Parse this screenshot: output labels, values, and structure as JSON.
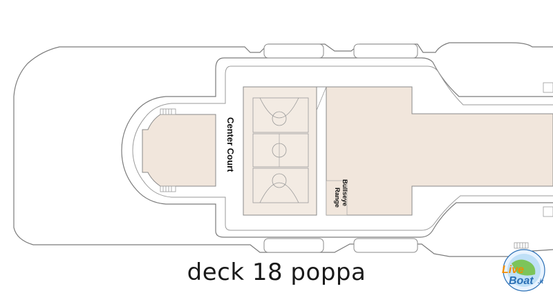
{
  "caption": "deck 18 poppa",
  "labels": {
    "center_court": "Center Court",
    "bullseye_range_line1": "Bullseye",
    "bullseye_range_line2": "Range"
  },
  "logo": {
    "word1": "Live",
    "word2": "Boat",
    "suffix": ".it"
  },
  "colors": {
    "hull_outline": "#7a7a7a",
    "deck_fill": "#f1e6dc",
    "court_fill": "#f3ebe3",
    "logo_orange": "#f28c00",
    "logo_blue": "#2a6fb5"
  }
}
